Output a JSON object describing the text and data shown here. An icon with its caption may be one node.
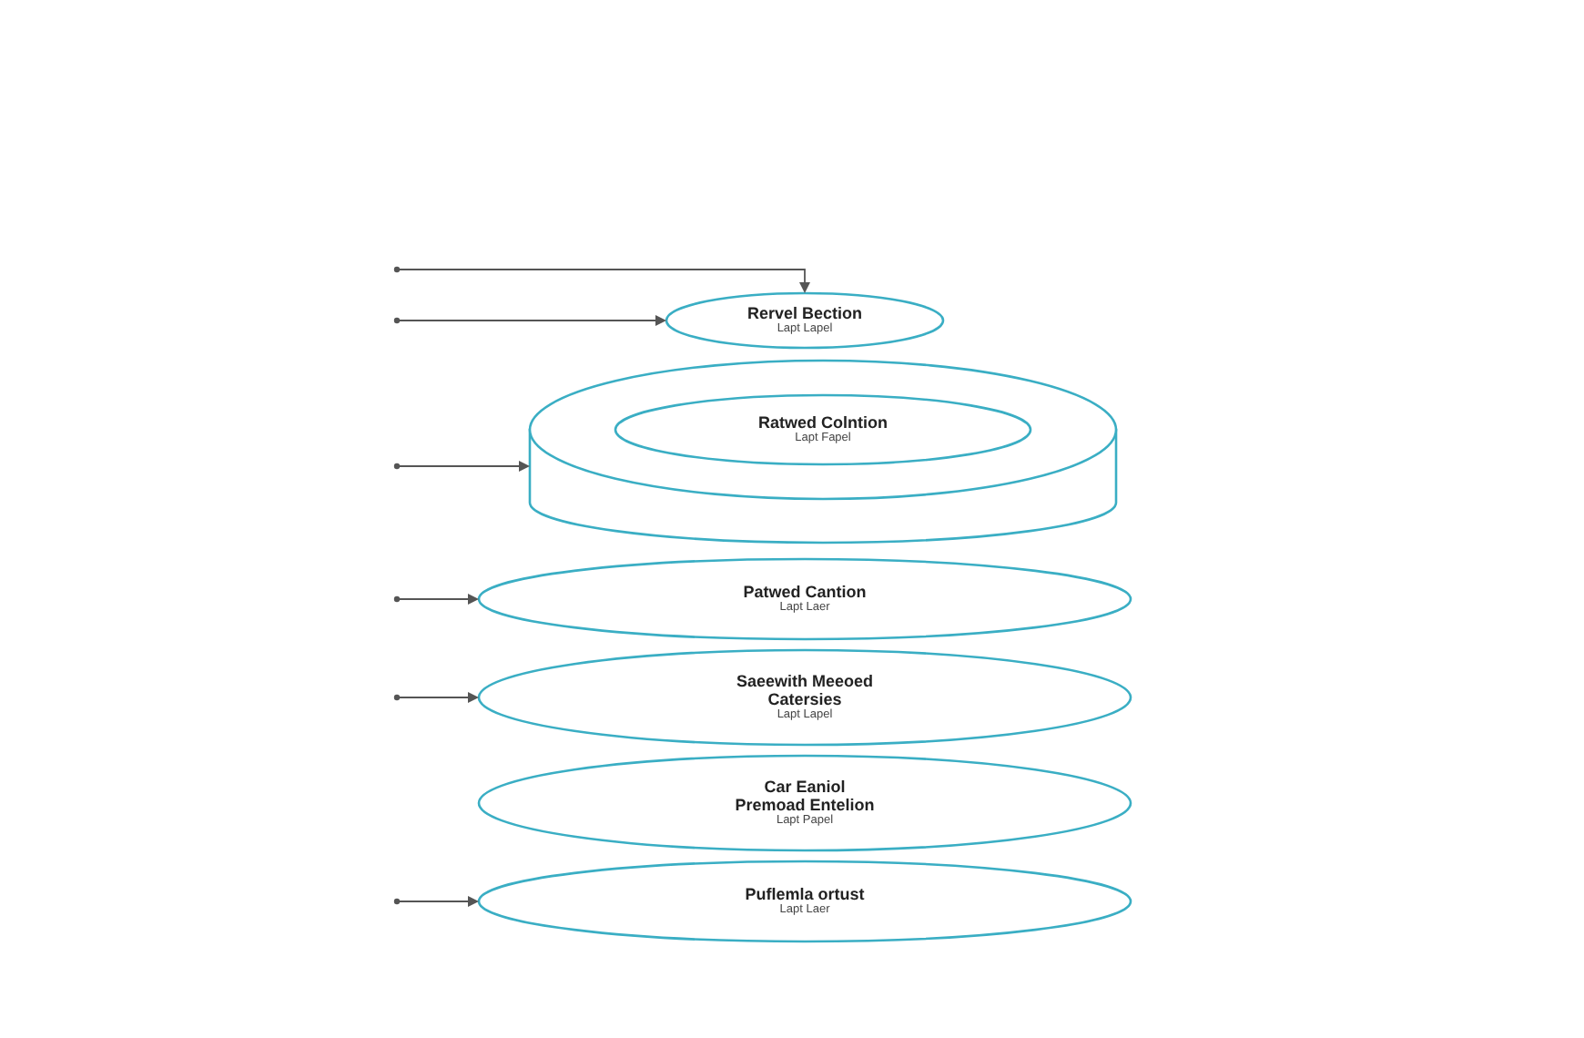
{
  "diagram": {
    "nodes": [
      {
        "text": [
          "Rervel Bection",
          "Lapt Lapel"
        ]
      },
      {
        "text": [],
        "shape": "cylinder"
      },
      {
        "text": [
          "Ratwed Colntion",
          "Lapt Fapel"
        ],
        "in": 1
      },
      {
        "text": [
          "Patwed Cantion",
          "Lapt Laer"
        ]
      },
      {
        "text": [
          "Saeewith Meeoed Catersies",
          "Lapt Lapel"
        ]
      },
      {
        "text": [
          "Car Eaniol Premoad Entelion",
          "Lapt Papel"
        ]
      },
      {
        "text": [
          "Puflemla ortust",
          "Lapt Laer"
        ]
      }
    ],
    "edges": [
      {
        "from": null,
        "to": 0,
        "arrow": "to"
      },
      {
        "from": null,
        "to": 0,
        "arrow": "to"
      },
      {
        "from": null,
        "to": 1,
        "arrow": "to"
      },
      {
        "from": null,
        "to": 3,
        "arrow": "to"
      },
      {
        "from": null,
        "to": 4,
        "arrow": "to"
      },
      {
        "from": null,
        "to": 6,
        "arrow": "to"
      }
    ]
  }
}
